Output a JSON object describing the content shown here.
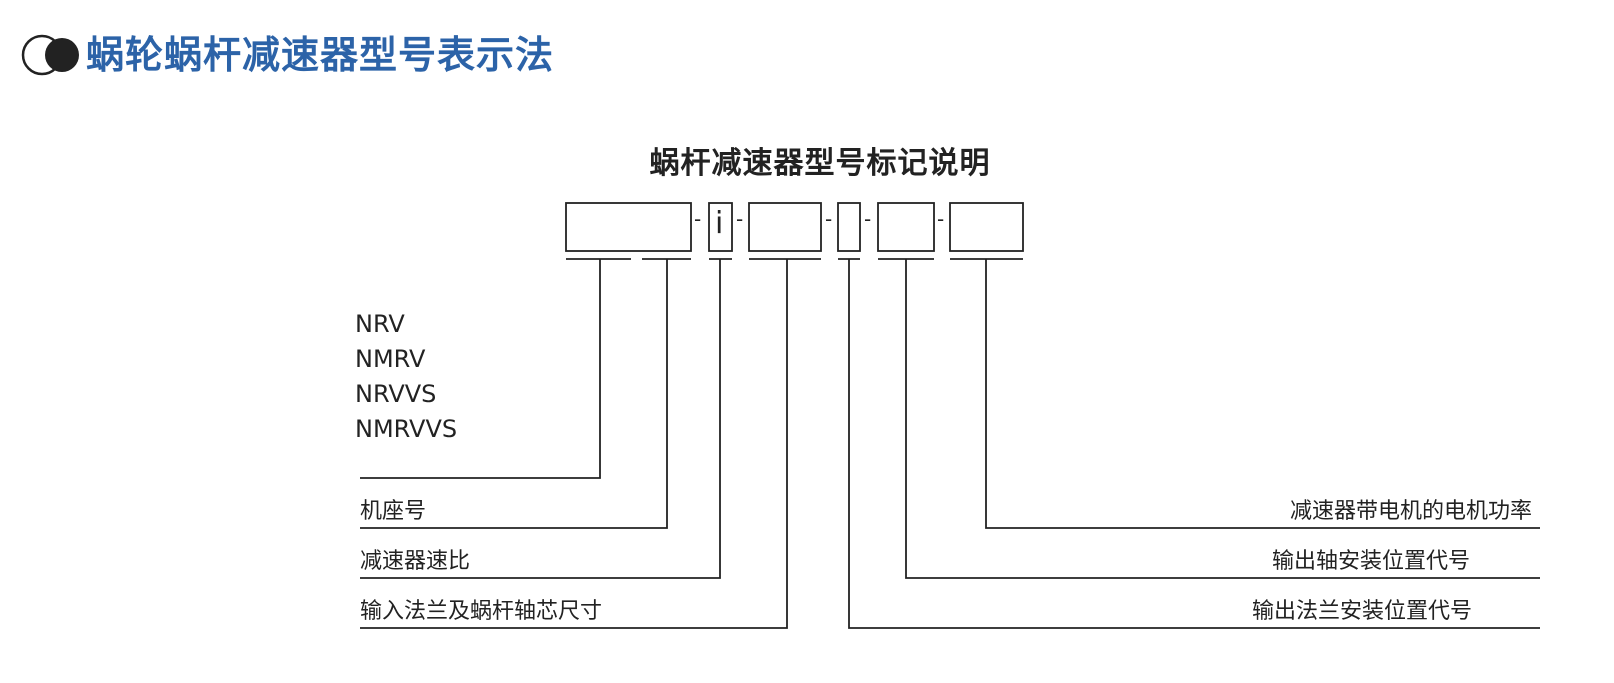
{
  "header": {
    "title": "蜗轮蜗杆减速器型号表示法",
    "icon": "circle-pair-icon",
    "accent_color": "#2c63a8"
  },
  "diagram": {
    "title": "蜗杆减速器型号标记说明",
    "box_center_char": "i",
    "separator": "-",
    "model_codes": [
      "NRV",
      "NMRV",
      "NRVVS",
      "NMRVVS"
    ],
    "left_labels": {
      "frame_no": "机座号",
      "ratio": "减速器速比",
      "input_flange": "输入法兰及蜗杆轴芯尺寸"
    },
    "right_labels": {
      "motor_power": "减速器带电机的电机功率",
      "output_shaft": "输出轴安装位置代号",
      "output_flange": "输出法兰安装位置代号"
    }
  }
}
